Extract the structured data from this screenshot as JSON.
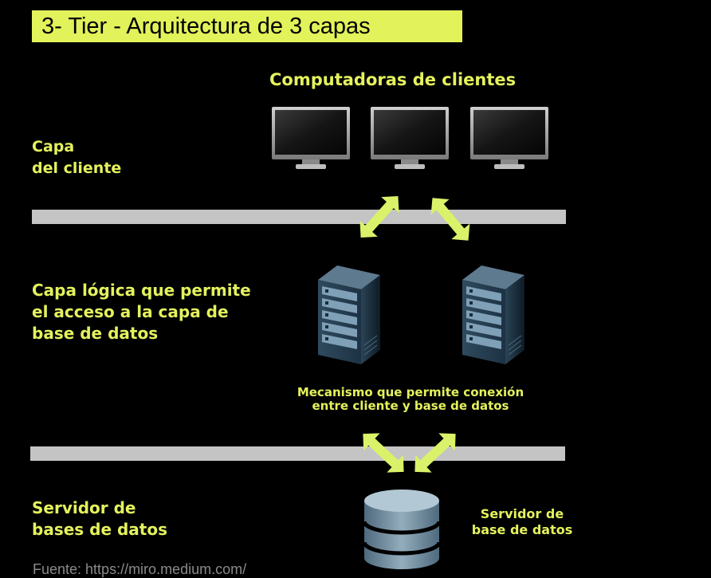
{
  "title": "3- Tier - Arquitectura de 3 capas",
  "clients_heading": "Computadoras de clientes",
  "client_layer_label": [
    "Capa",
    "del cliente"
  ],
  "logic_layer_label": [
    "Capa lógica que permite",
    "el acceso a la capa de",
    "base de datos"
  ],
  "mechanism_caption": [
    "Mecanismo que permite conexión",
    "entre cliente y base de datos"
  ],
  "db_server_label": [
    "Servidor de",
    "bases de datos"
  ],
  "db_caption": [
    "Servidor de",
    "base de datos"
  ],
  "source": "Fuente: https://miro.medium.com/",
  "icons": [
    "monitor-icon",
    "server-rack-icon",
    "database-icon",
    "double-arrow-icon"
  ],
  "colors": {
    "accent": "#e2f25a",
    "arrow": "#d9f26a",
    "background": "#000000",
    "divider": "#c4c4c4"
  }
}
